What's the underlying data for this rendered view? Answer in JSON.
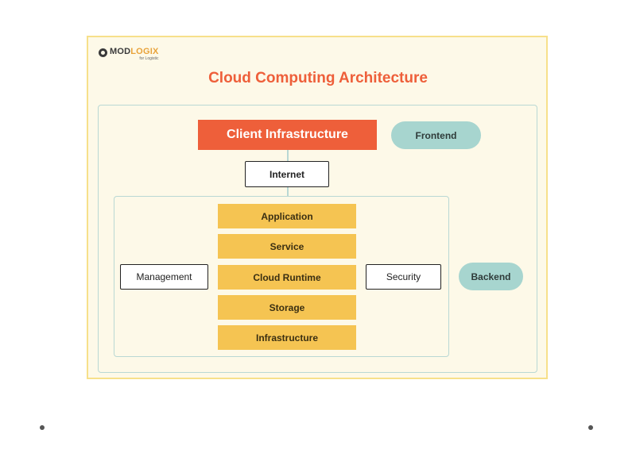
{
  "logo": {
    "name_a": "MOD",
    "name_b": "LOGIX",
    "tagline": "for Logistic"
  },
  "title": "Cloud Computing Architecture",
  "frontend": {
    "client": "Client Infrastructure",
    "label": "Frontend",
    "internet": "Internet"
  },
  "backend": {
    "label": "Backend",
    "management": "Management",
    "security": "Security",
    "layers": [
      "Application",
      "Service",
      "Cloud Runtime",
      "Storage",
      "Infrastructure"
    ]
  },
  "colors": {
    "title": "#ee5f3a",
    "client": "#ee5f3a",
    "pill": "#a7d5cf",
    "layer": "#f5c452",
    "card": "#fdf9e8"
  }
}
